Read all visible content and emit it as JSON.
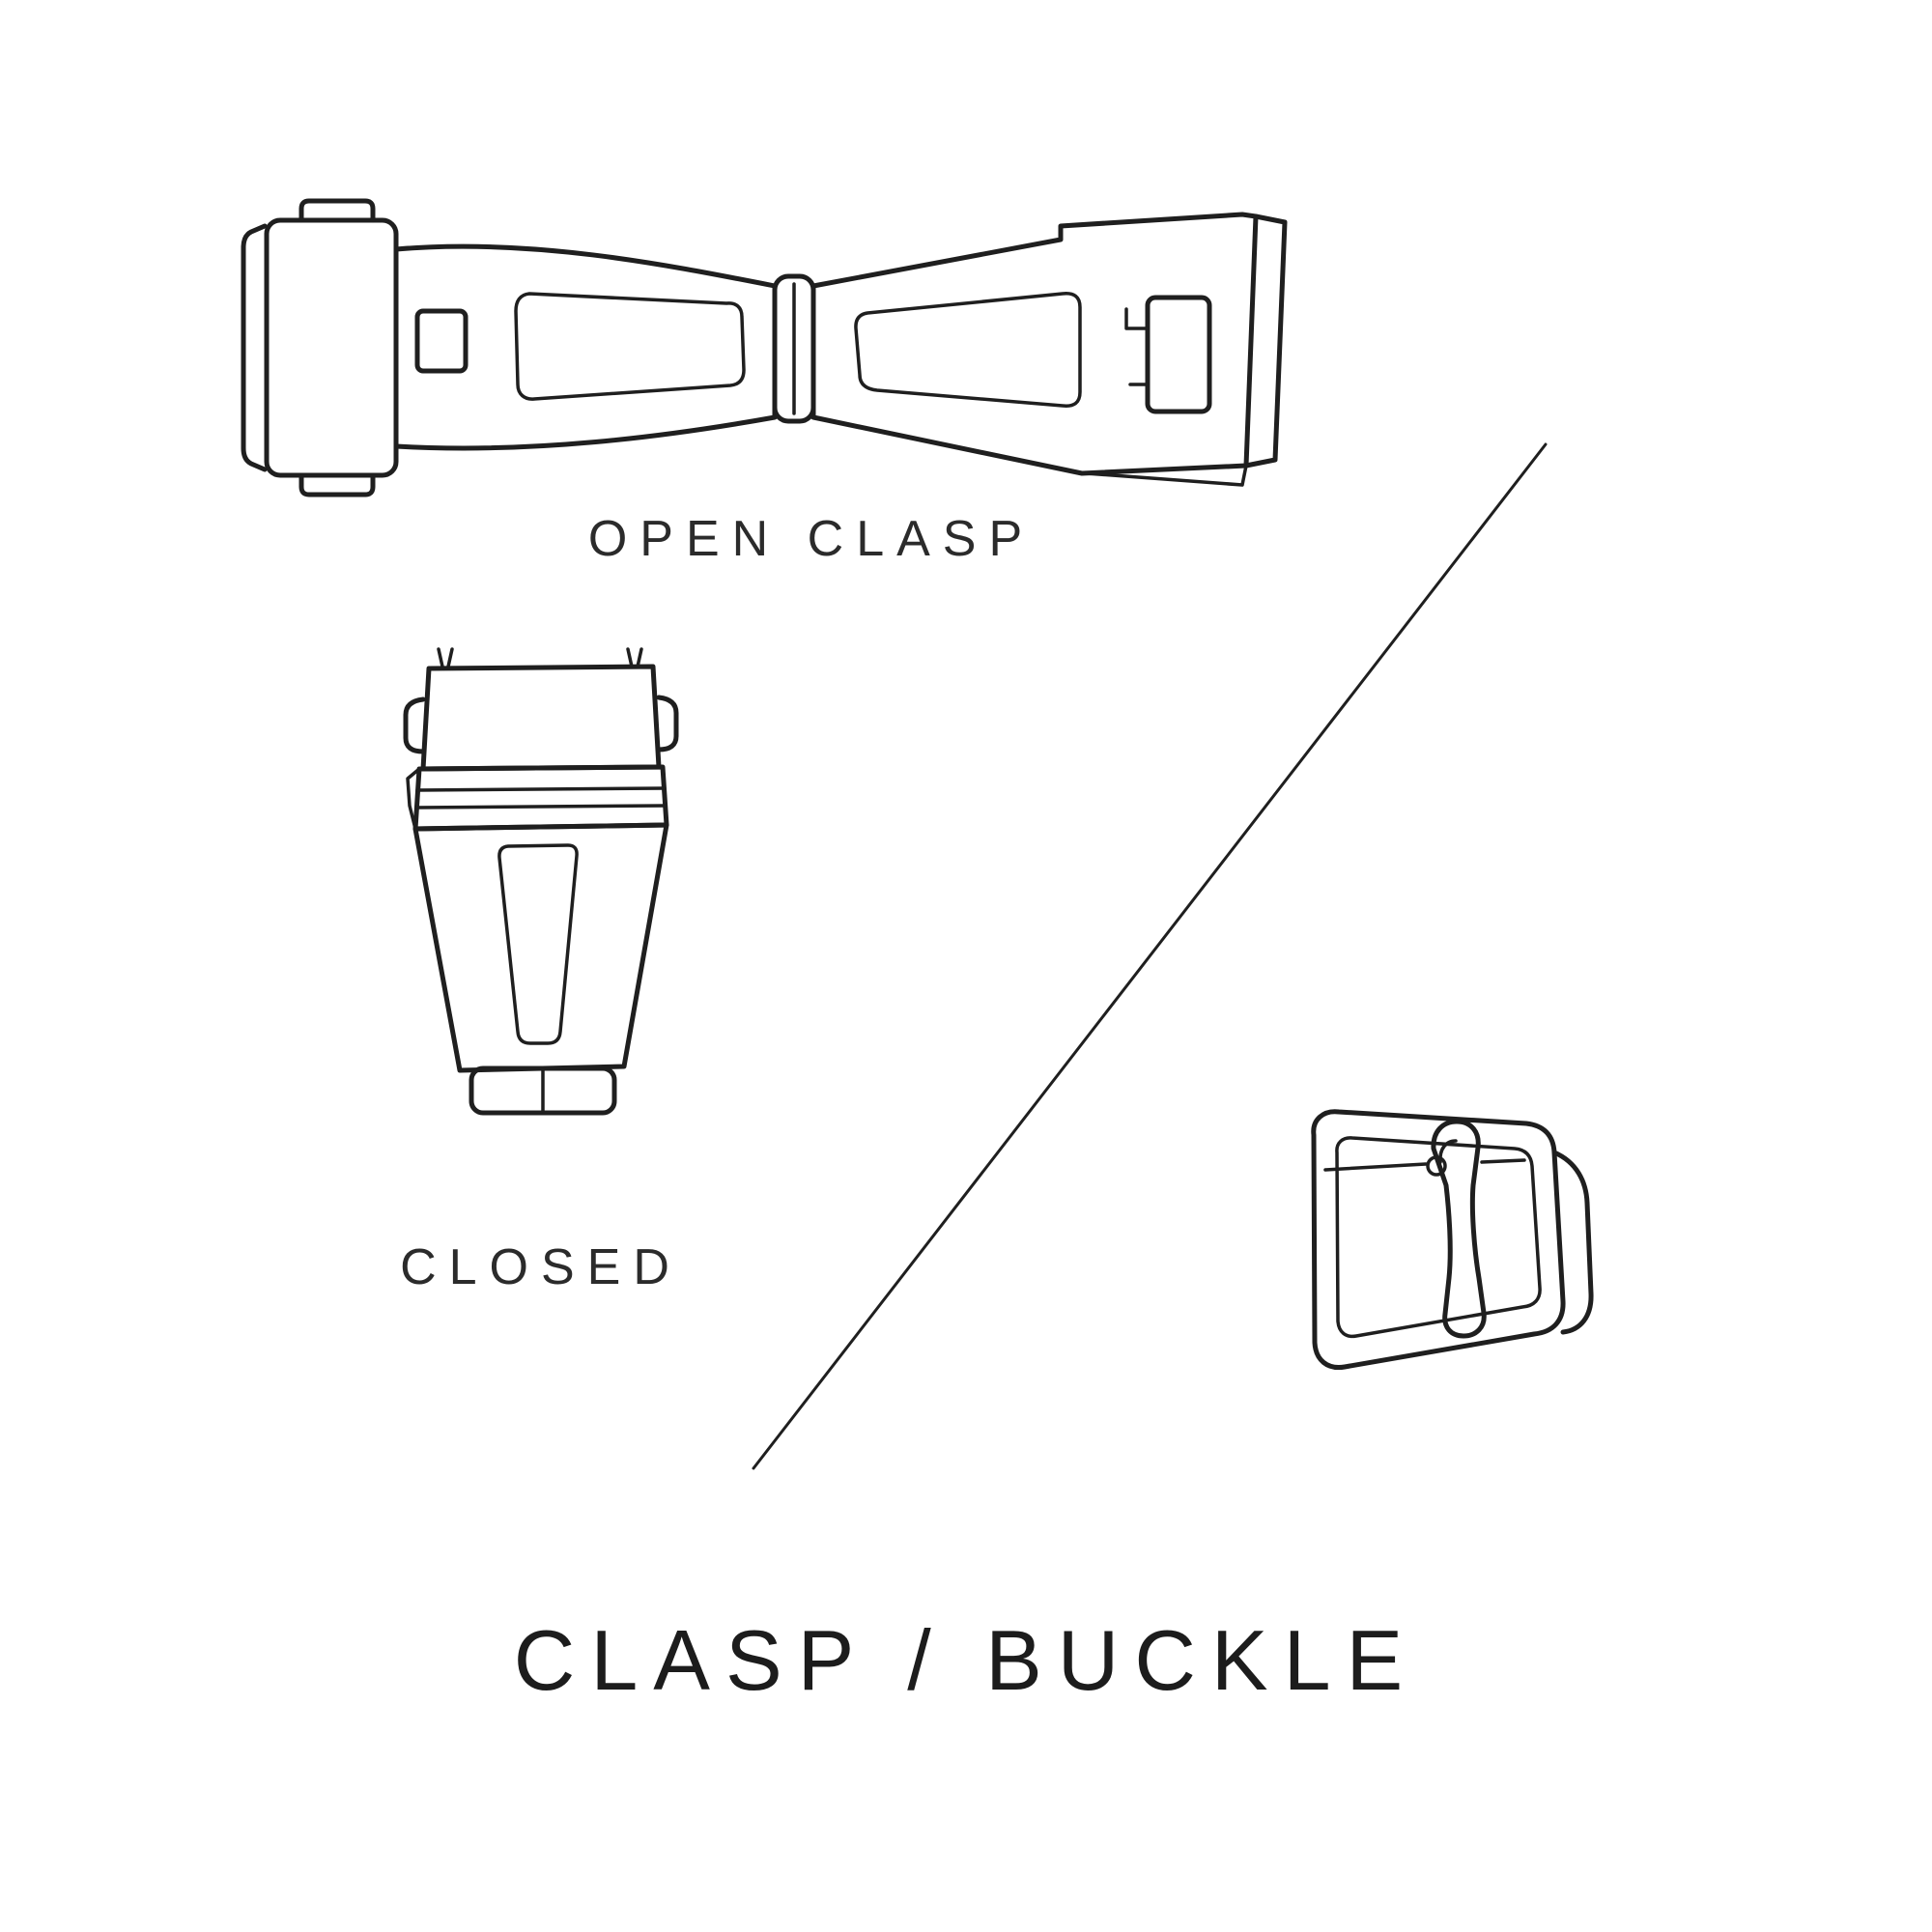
{
  "page": {
    "background": "#ffffff",
    "title": "CLASP / BUCKLE"
  },
  "colors": {
    "line": "#1f1f1f",
    "label_text": "#2b2b2b",
    "title_text": "#1c1c1c"
  },
  "figures": {
    "open_clasp": {
      "label": "OPEN CLASP"
    },
    "closed_clasp": {
      "label": "CLOSED"
    },
    "buckle": {
      "label": ""
    }
  }
}
